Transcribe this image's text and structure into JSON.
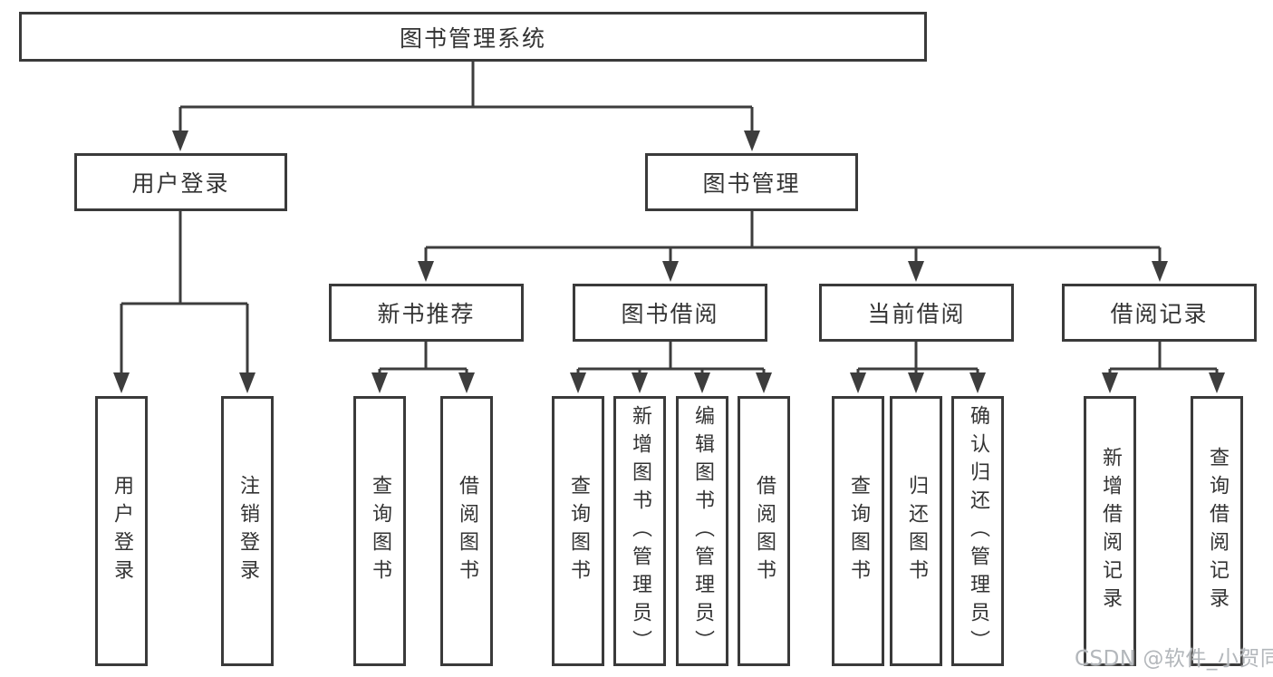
{
  "diagram": {
    "tree": {
      "label": "图书管理系统",
      "children": [
        {
          "label": "用户登录",
          "children": [
            {
              "label": "用户登录"
            },
            {
              "label": "注销登录"
            }
          ]
        },
        {
          "label": "图书管理",
          "children": [
            {
              "label": "新书推荐",
              "children": [
                {
                  "label": "查询图书"
                },
                {
                  "label": "借阅图书"
                }
              ]
            },
            {
              "label": "图书借阅",
              "children": [
                {
                  "label": "查询图书"
                },
                {
                  "label": "新增图书（管理员）"
                },
                {
                  "label": "编辑图书（管理员）"
                },
                {
                  "label": "借阅图书"
                }
              ]
            },
            {
              "label": "当前借阅",
              "children": [
                {
                  "label": "查询图书"
                },
                {
                  "label": "归还图书"
                },
                {
                  "label": "确认归还（管理员）"
                }
              ]
            },
            {
              "label": "借阅记录",
              "children": [
                {
                  "label": "新增借阅记录"
                },
                {
                  "label": "查询借阅记录"
                }
              ]
            }
          ]
        }
      ]
    },
    "colors": {
      "line": "#3d3d3d",
      "box_border": "#3a3a3a",
      "text": "#333333",
      "box_background": "#ffffff",
      "watermark": "#b3b7bb"
    }
  },
  "watermark": {
    "text": "CSDN @软件_小贺同学"
  }
}
